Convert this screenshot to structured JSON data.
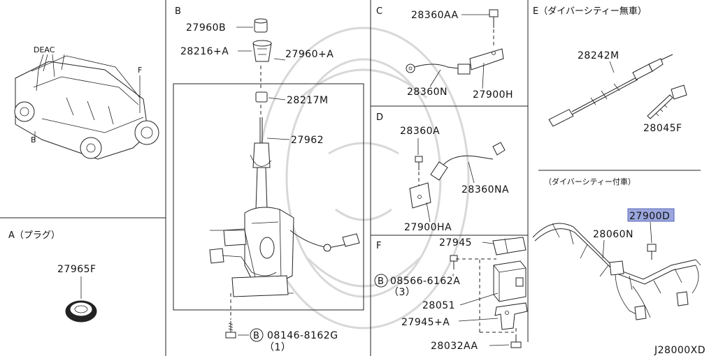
{
  "sections": {
    "B": {
      "label": "B"
    },
    "C": {
      "label": "C"
    },
    "D": {
      "label": "D"
    },
    "E": {
      "label": "E（ダイバーシティー無車）"
    },
    "E_sub": {
      "label": "（ダイバーシティー付車）"
    },
    "A": {
      "label": "A（プラグ）"
    },
    "F": {
      "label": "F"
    }
  },
  "vehicle_callouts": {
    "top": "DEAC",
    "right": "F",
    "bottom": "B"
  },
  "parts": {
    "p27960B": "27960B",
    "p28216A": "28216+A",
    "p27960A": "27960+A",
    "p28217M": "28217M",
    "p27962": "27962",
    "p08146": "08146-8162G",
    "p08146_qty": "（1）",
    "p28360AA": "28360AA",
    "p28360N": "28360N",
    "p27900H": "27900H",
    "p28360A": "28360A",
    "p28360NA": "28360NA",
    "p27900HA": "27900HA",
    "p28242M": "28242M",
    "p28045F": "28045F",
    "p27900D": "27900D",
    "p28060N": "28060N",
    "p27965F": "27965F",
    "p27945": "27945",
    "p08566": "08566-6162A",
    "p08566_qty": "（3）",
    "p28051": "28051",
    "p27945A": "27945+A",
    "p28032AA": "28032AA"
  },
  "bolt_marker": "B",
  "diagram_code": "J28000XD",
  "highlight_color": "#9aa6dd"
}
